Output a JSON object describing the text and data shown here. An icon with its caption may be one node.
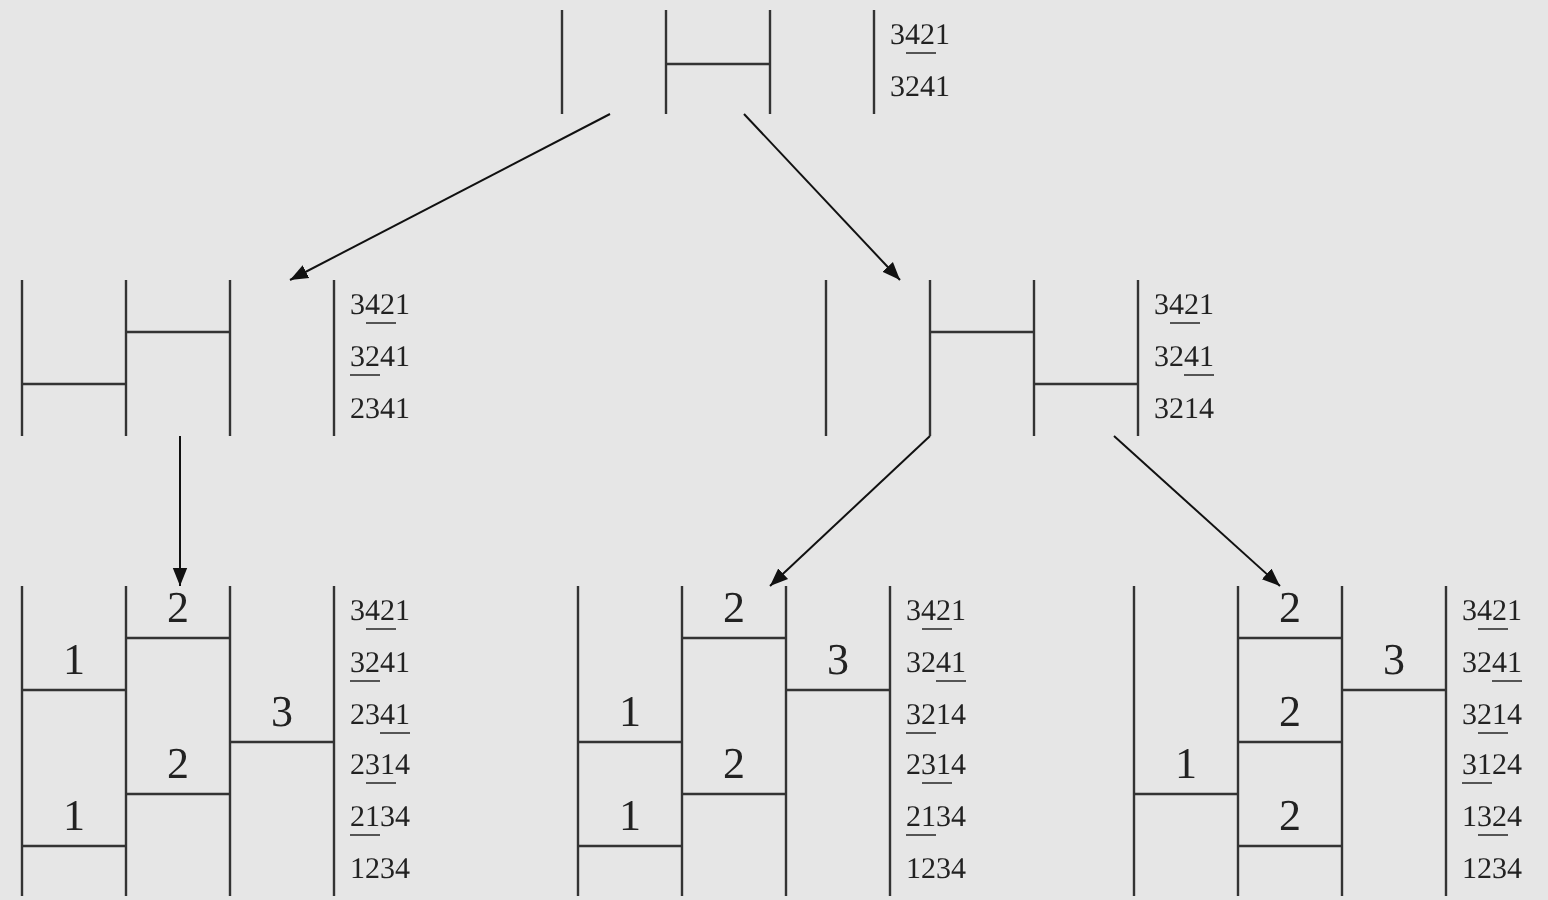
{
  "diagram": {
    "nodes": [
      {
        "text": [],
        "shape": "ladder",
        "beside": [
          "3421",
          "3241"
        ]
      },
      {
        "text": [],
        "shape": "ladder",
        "beside": [
          "3421",
          "3241",
          "2341"
        ]
      },
      {
        "text": [],
        "shape": "ladder",
        "beside": [
          "3421",
          "3241",
          "3214"
        ]
      },
      {
        "text": [
          "2",
          "1",
          "3",
          "2",
          "1"
        ],
        "beside": [
          "3421",
          "3241",
          "2341",
          "2314",
          "2134",
          "1234"
        ]
      },
      {
        "text": [
          "2",
          "3",
          "1",
          "2",
          "1"
        ],
        "beside": [
          "3421",
          "3241",
          "3214",
          "2314",
          "2134",
          "1234"
        ]
      },
      {
        "text": [
          "2",
          "3",
          "2",
          "1",
          "2"
        ],
        "beside": [
          "3421",
          "3241",
          "3214",
          "3124",
          "1324",
          "1234"
        ]
      }
    ],
    "edges": [
      {
        "from": 0,
        "to": 1,
        "arrow": "to"
      },
      {
        "from": 0,
        "to": 2,
        "arrow": "to"
      },
      {
        "from": 1,
        "to": 3,
        "arrow": "to"
      },
      {
        "from": 2,
        "to": 4,
        "arrow": "to"
      },
      {
        "from": 2,
        "to": 5,
        "arrow": "to"
      }
    ]
  }
}
